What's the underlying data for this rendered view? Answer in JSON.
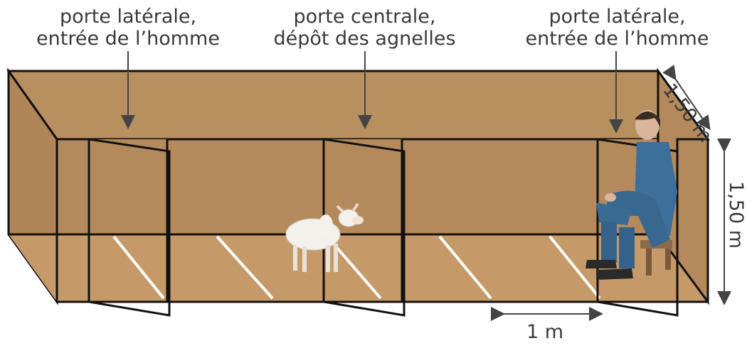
{
  "labels": {
    "door_left": {
      "line1": "porte latérale,",
      "line2": "entrée de l’homme"
    },
    "door_center": {
      "line1": "porte centrale,",
      "line2": "dépôt des agnelles"
    },
    "door_right": {
      "line1": "porte latérale,",
      "line2": "entrée de l’homme"
    }
  },
  "dimensions": {
    "depth": "1,50 m",
    "height": "1,50 m",
    "spacing": "1 m"
  },
  "colors": {
    "wall_back": "#b48a5c",
    "wall_top": "#b8905f",
    "floor": "#c59a68",
    "stroke": "#111111",
    "arrow": "#444444",
    "floor_lines": "#ffffff"
  },
  "figures": {
    "lamb": "lamb-figure",
    "man": "seated-man-figure"
  }
}
